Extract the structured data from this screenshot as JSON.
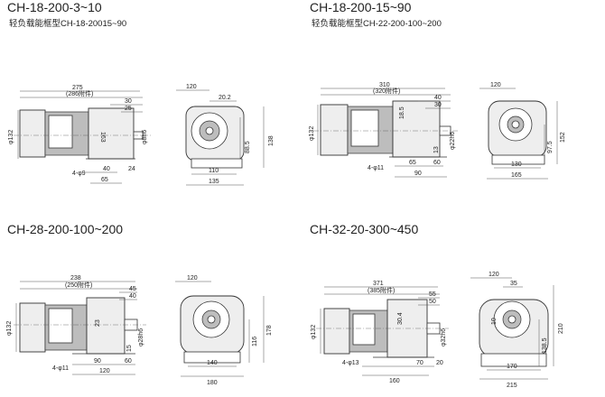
{
  "panels": [
    {
      "title": "CH-18-200-3~10",
      "subtitle": "轻负载能框型CH-18-20015~90",
      "dims": [
        "275",
        "(286附件)",
        "30",
        "25",
        "163",
        "φ132",
        "φ8h6",
        "4-φ9",
        "40",
        "24",
        "65",
        "120",
        "20.2",
        "88.5",
        "138",
        "110",
        "135"
      ]
    },
    {
      "title": "CH-18-200-15~90",
      "subtitle": "轻负载能框型CH-22-200-100~200",
      "dims": [
        "310",
        "(320附件)",
        "40",
        "30",
        "18.5",
        "φ132",
        "φ22h6",
        "13",
        "4-φ11",
        "65",
        "60",
        "90",
        "120",
        "152",
        "97.5",
        "130",
        "165"
      ]
    },
    {
      "title": "CH-28-200-100~200",
      "subtitle": "",
      "dims": [
        "238",
        "(250附件)",
        "45",
        "40",
        "23",
        "φ132",
        "φ28h6",
        "15",
        "4-φ11",
        "90",
        "60",
        "120",
        "120",
        "116",
        "178",
        "140",
        "180"
      ]
    },
    {
      "title": "CH-32-20-300~450",
      "subtitle": "",
      "dims": [
        "371",
        "(385附件)",
        "55",
        "50",
        "30.4",
        "φ132",
        "φ32h6",
        "4-φ13",
        "160",
        "70",
        "20",
        "120",
        "35",
        "10",
        "138.5",
        "210",
        "170",
        "215"
      ]
    }
  ]
}
